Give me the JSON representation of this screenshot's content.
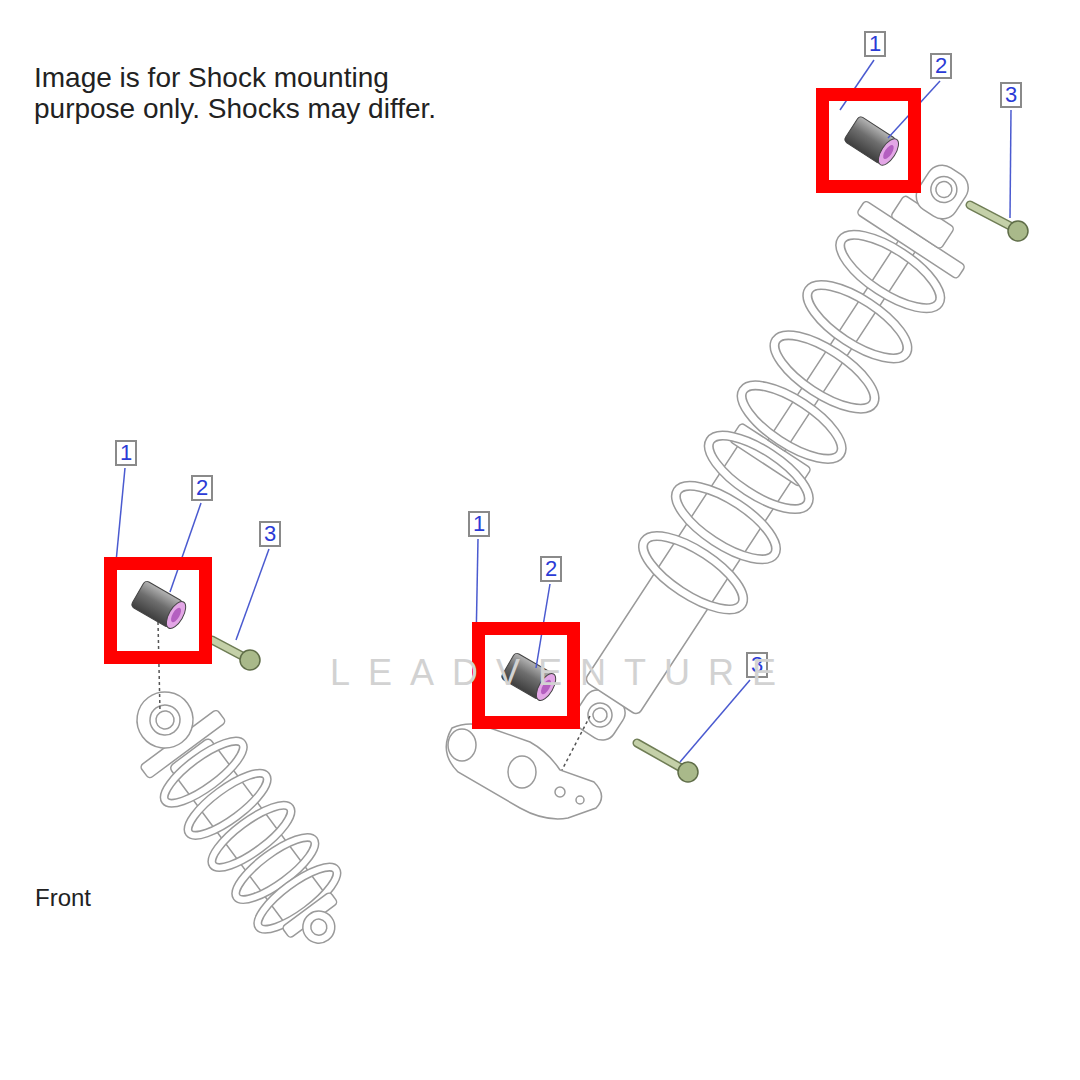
{
  "diagram": {
    "labels": [
      "Image is for Shock mounting purpose only. Shocks may differ.",
      "1",
      "2",
      "3",
      "1",
      "2",
      "3",
      "1",
      "2",
      "3",
      "LEADVENTURE",
      "Front"
    ]
  }
}
